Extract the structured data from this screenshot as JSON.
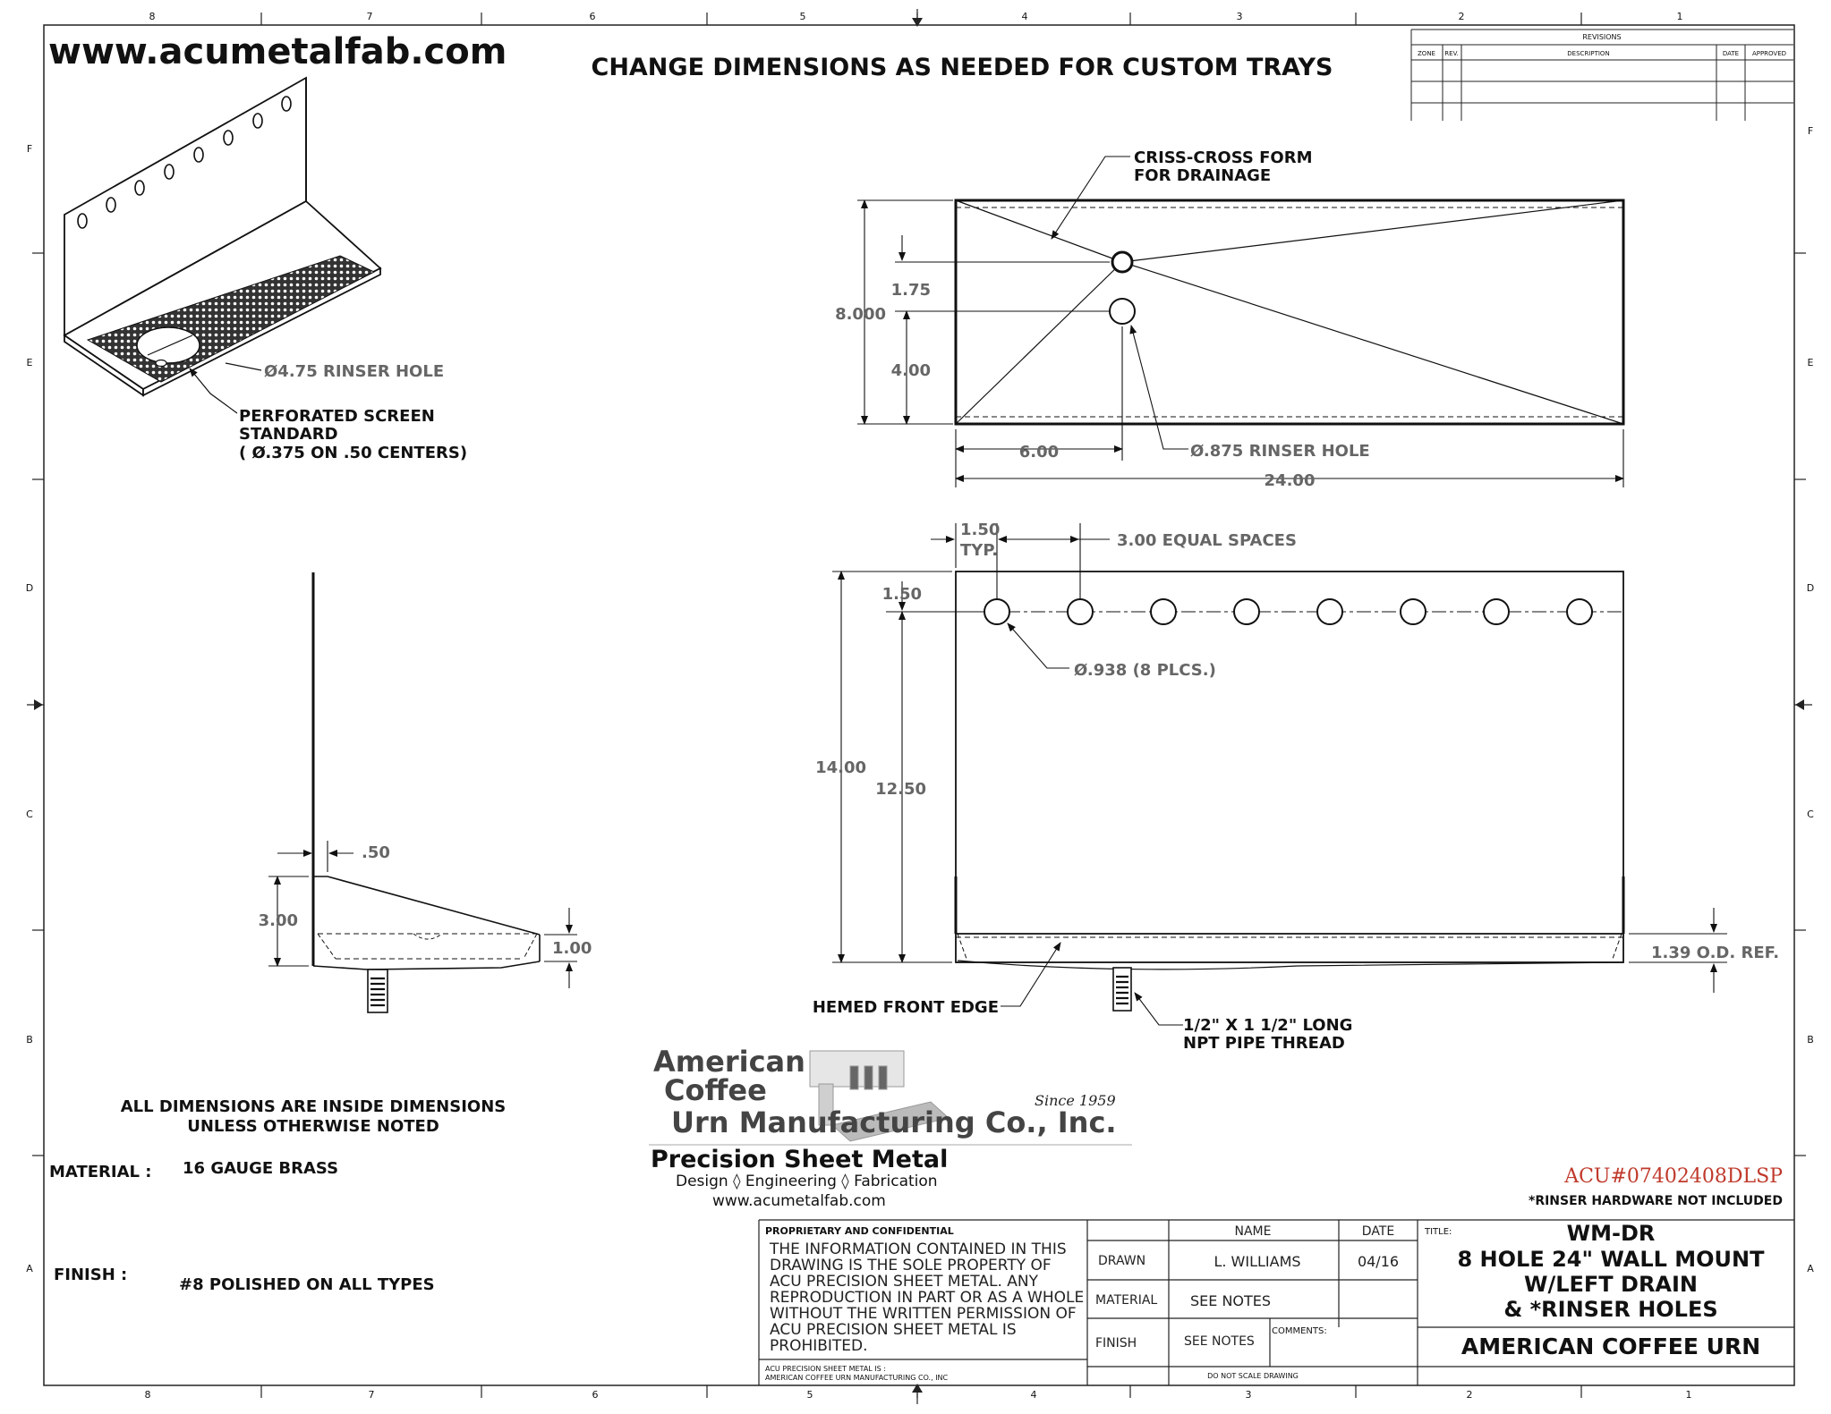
{
  "header": {
    "website": "www.acumetalfab.com",
    "banner": "CHANGE DIMENSIONS AS NEEDED FOR CUSTOM TRAYS"
  },
  "border": {
    "top_zones": [
      "8",
      "7",
      "6",
      "5",
      "4",
      "3",
      "2",
      "1"
    ],
    "bottom_zones": [
      "8",
      "7",
      "6",
      "5",
      "4",
      "3",
      "2",
      "1"
    ],
    "side_zones": [
      "F",
      "E",
      "D",
      "C",
      "B",
      "A"
    ]
  },
  "revisions": {
    "title": "REVISIONS",
    "columns": [
      "ZONE",
      "REV.",
      "DESCRIPTION",
      "DATE",
      "APPROVED"
    ]
  },
  "iso_view": {
    "rinser_callout": "Ø4.75 RINSER HOLE",
    "screen_line1": "PERFORATED SCREEN",
    "screen_line2": "STANDARD",
    "screen_line3": "( Ø.375 ON .50 CENTERS)"
  },
  "top_view": {
    "criss_line1": "CRISS-CROSS FORM",
    "criss_line2": "FOR DRAINAGE",
    "dim_height": "8.000",
    "dim_175": "1.75",
    "dim_400": "4.00",
    "dim_600": "6.00",
    "dim_2400": "24.00",
    "rinser_callout": "Ø.875 RINSER HOLE"
  },
  "front_view": {
    "dim_150_typ_a": "1.50",
    "dim_150_typ_b": "TYP.",
    "equal_spaces": "3.00 EQUAL SPACES",
    "dim_150": "1.50",
    "holes_callout": "Ø.938 (8 PLCS.)",
    "dim_1400": "14.00",
    "dim_1250": "12.50",
    "od_ref": "1.39 O.D. REF.",
    "hemmed": "HEMED FRONT EDGE",
    "pipe_line1": "1/2\" X 1 1/2\" LONG",
    "pipe_line2": "NPT PIPE THREAD"
  },
  "side_view": {
    "dim_050": ".50",
    "dim_300": "3.00",
    "dim_100": "1.00"
  },
  "notes": {
    "line1": "ALL DIMENSIONS ARE INSIDE DIMENSIONS",
    "line2": "UNLESS OTHERWISE NOTED",
    "material_label": "MATERIAL :",
    "material_value": "16 GAUGE BRASS",
    "finish_label": "FINISH :",
    "finish_value": "#8 POLISHED ON ALL TYPES"
  },
  "logo": {
    "american": "American",
    "coffee": "Coffee",
    "urn": "Urn Manufacturing Co., Inc.",
    "since": "Since 1959",
    "precision": "Precision Sheet Metal",
    "services": "Design  ◊  Engineering  ◊  Fabrication",
    "website": "www.acumetalfab.com"
  },
  "part_number": "ACU#07402408DLSP",
  "rinser_note": "*RINSER HARDWARE NOT INCLUDED",
  "title_block": {
    "proprietary_heading": "PROPRIETARY AND CONFIDENTIAL",
    "proprietary_lines": [
      "THE INFORMATION CONTAINED IN THIS",
      "DRAWING IS THE SOLE PROPERTY OF",
      "ACU PRECISION SHEET METAL.  ANY",
      "REPRODUCTION IN PART OR AS A WHOLE",
      "WITHOUT THE WRITTEN PERMISSION OF",
      "ACU PRECISION SHEET METAL IS",
      "PROHIBITED."
    ],
    "footer_line1": "ACU PRECISION SHEET METAL IS :",
    "footer_line2": "AMERICAN COFFEE URN MANUFACTURING CO., INC",
    "name_header": "NAME",
    "date_header": "DATE",
    "drawn_label": "DRAWN",
    "drawn_name": "L. WILLIAMS",
    "drawn_date": "04/16",
    "material_label": "MATERIAL",
    "material_value": "SEE NOTES",
    "finish_label": "FINISH",
    "finish_value": "SEE NOTES",
    "comments_label": "COMMENTS:",
    "do_not_scale": "DO NOT SCALE DRAWING",
    "title_label": "TITLE:",
    "title_line1": "WM-DR",
    "title_line2": "8 HOLE    24\" WALL MOUNT",
    "title_line3": "W/LEFT DRAIN",
    "title_line4": "& *RINSER HOLES",
    "company": "AMERICAN COFFEE URN"
  }
}
